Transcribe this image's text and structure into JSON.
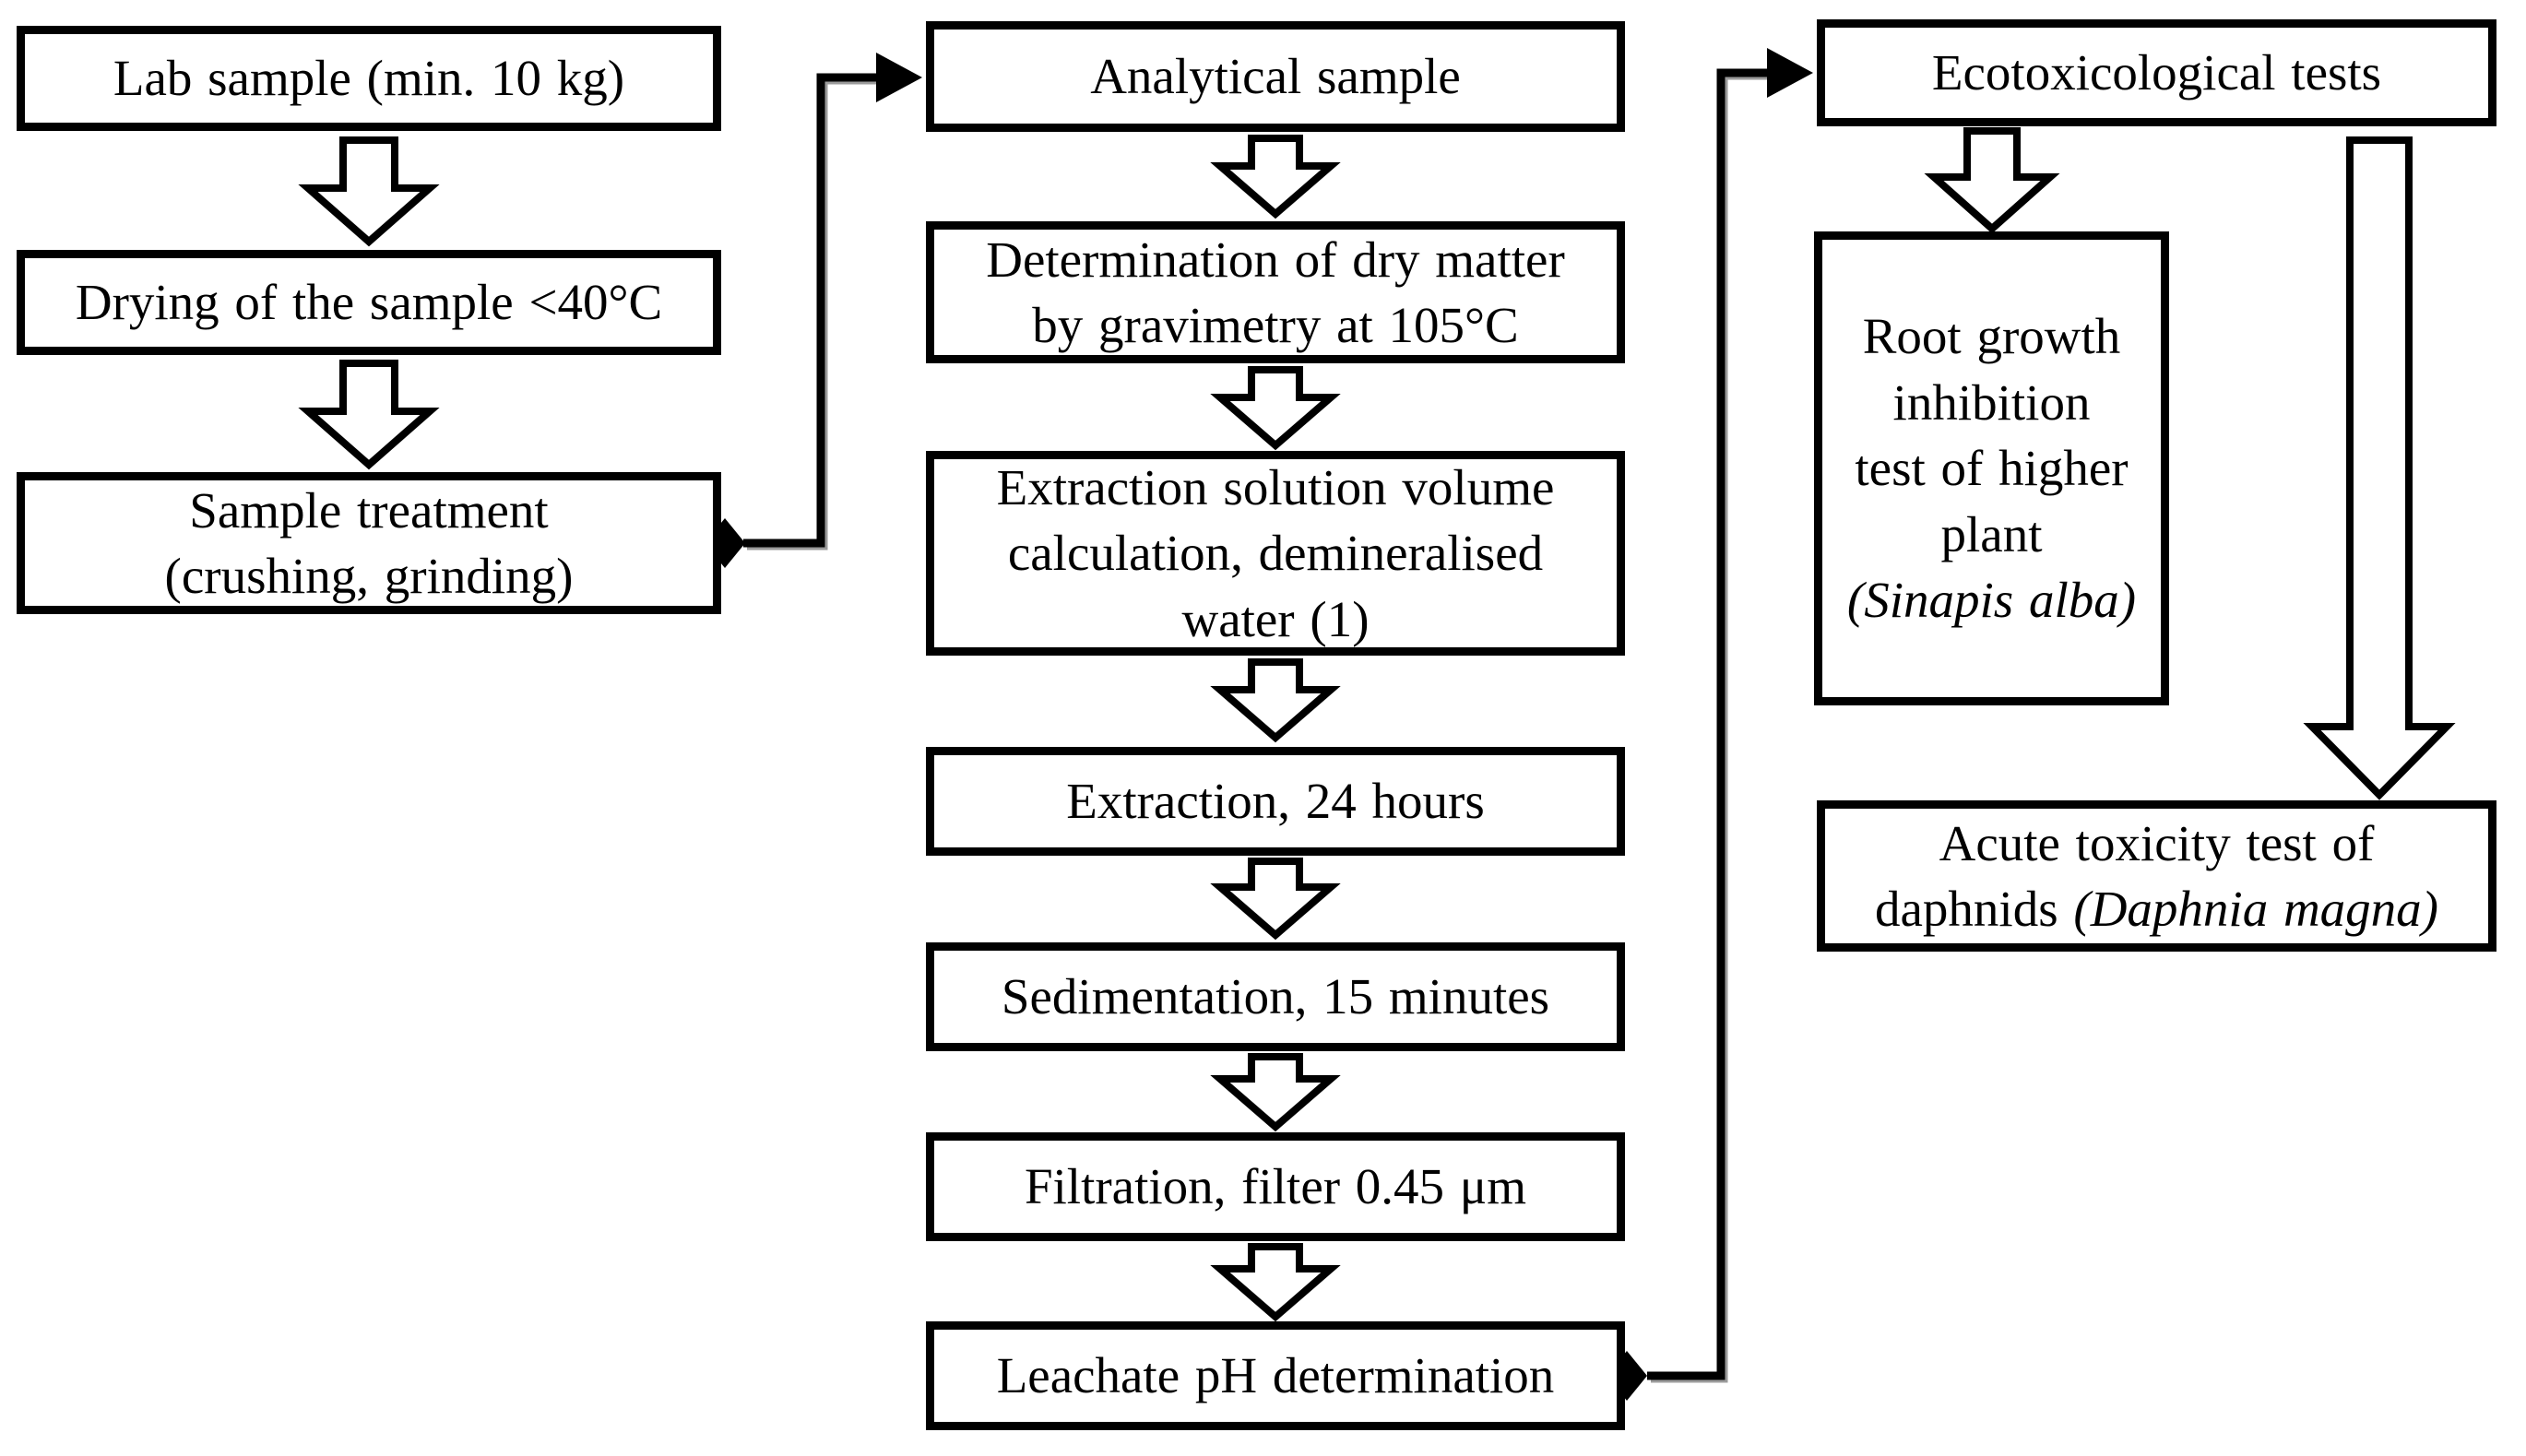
{
  "diagram": {
    "type": "flowchart",
    "background_color": "#ffffff",
    "box_border_color": "#000000",
    "box_fill_color": "#ffffff",
    "text_color": "#000000",
    "connector_color": "#000000",
    "connector_shadow_color": "#9b9b9b"
  },
  "nodes": {
    "lab_sample": {
      "label": "Lab sample (min. 10 kg)"
    },
    "drying": {
      "label": "Drying of the sample <40°C"
    },
    "sample_treatment": {
      "line1": "Sample treatment",
      "line2": "(crushing, grinding)"
    },
    "analytical_sample": {
      "label": "Analytical sample"
    },
    "dry_matter": {
      "line1": "Determination of dry matter",
      "line2": "by gravimetry at 105°C"
    },
    "extraction_solution": {
      "line1": "Extraction solution volume",
      "line2": "calculation, demineralised",
      "line3": "water (1)"
    },
    "extraction": {
      "label": "Extraction, 24 hours"
    },
    "sedimentation": {
      "label": "Sedimentation, 15 minutes"
    },
    "filtration": {
      "label": "Filtration, filter 0.45 μm"
    },
    "leachate_ph": {
      "label": "Leachate pH determination"
    },
    "ecotoxicological_tests": {
      "label": "Ecotoxicological tests"
    },
    "root_growth": {
      "line1": "Root growth",
      "line2": "inhibition",
      "line3": "test of higher",
      "line4": "plant",
      "species": "(Sinapis alba)"
    },
    "acute_toxicity": {
      "line1": "Acute toxicity test of",
      "line2_prefix": "daphnids ",
      "species": "(Daphnia magna)"
    }
  }
}
